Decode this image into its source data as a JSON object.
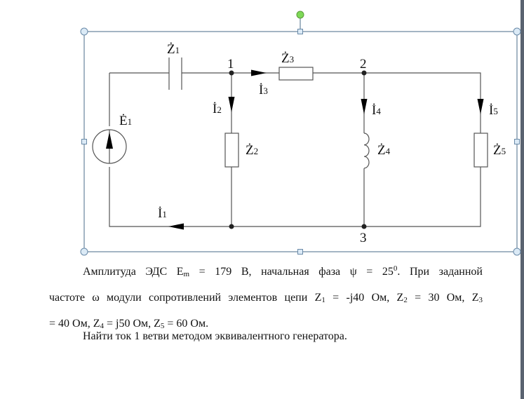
{
  "diagram": {
    "nodes": [
      "1",
      "2",
      "3"
    ],
    "labels": {
      "Z1": {
        "base": "Ż",
        "sub": "1"
      },
      "Z2": {
        "base": "Ż",
        "sub": "2"
      },
      "Z3": {
        "base": "Ż",
        "sub": "3"
      },
      "Z4": {
        "base": "Ż",
        "sub": "4"
      },
      "Z5": {
        "base": "Ż",
        "sub": "5"
      },
      "E1": {
        "base": "Ė",
        "sub": "1"
      },
      "I1": {
        "base": "İ",
        "sub": "1"
      },
      "I2": {
        "base": "İ",
        "sub": "2"
      },
      "I3": {
        "base": "İ",
        "sub": "3"
      },
      "I4": {
        "base": "İ",
        "sub": "4"
      },
      "I5": {
        "base": "İ",
        "sub": "5"
      }
    },
    "selection": {
      "frame_color": "#4a6b8a",
      "handle_fill": "#dbeaf6",
      "rotate_handle_color": "#7ed957"
    }
  },
  "text": {
    "p1_line1": {
      "a": "Амплитуда ЭДС E",
      "a_sub": "m",
      "b": " = 179 В, начальная фаза ψ = 25",
      "b_sup": "0",
      "c": ". При заданной"
    },
    "p1_line2": {
      "a": "частоте ω модули сопротивлений элементов цепи Z",
      "a_sub": "1",
      "b": " = -j40 Ом, Z",
      "b_sub": "2",
      "c": " = 30 Ом, Z",
      "c_sub": "3"
    },
    "p1_line3": {
      "a": "= 40 Ом, Z",
      "a_sub": "4",
      "b": " = j50 Ом, Z",
      "b_sub": "5",
      "c": " = 60 Ом."
    },
    "p2": "Найти ток 1 ветви методом эквивалентного генератора."
  }
}
